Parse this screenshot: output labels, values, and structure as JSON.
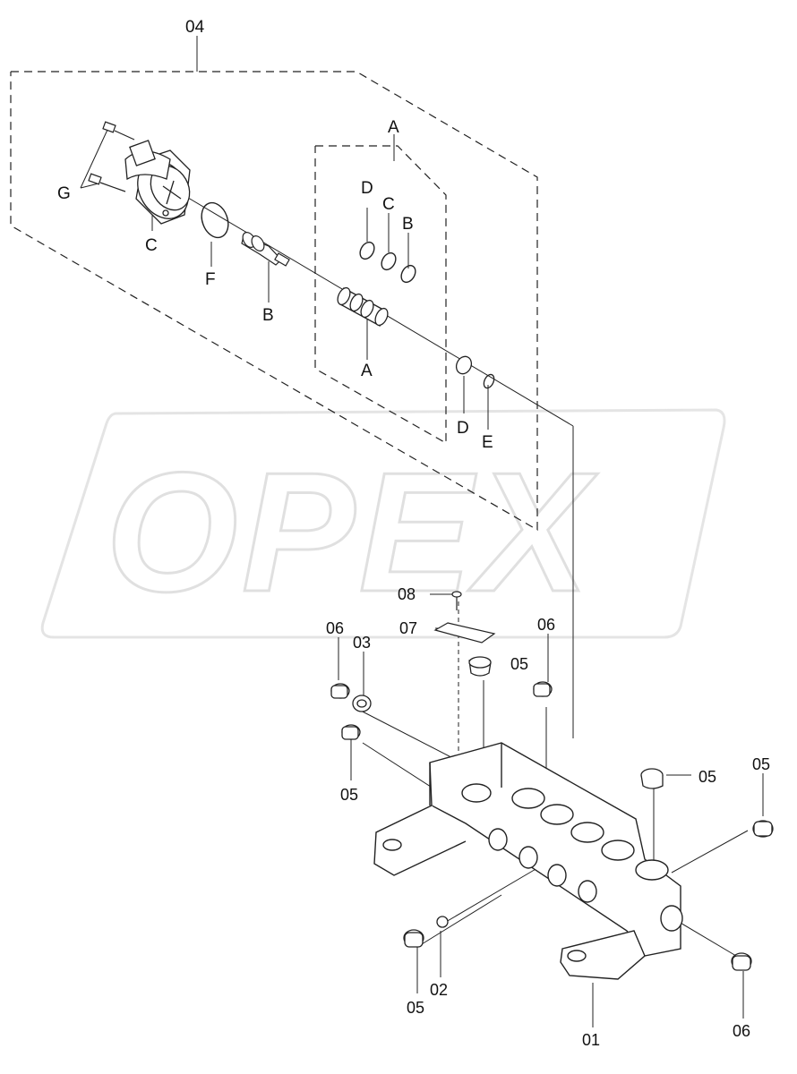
{
  "watermark": {
    "text": "OPEX"
  },
  "callouts": {
    "assembly_04": "04",
    "group_A_top": "A",
    "group_A_bottom": "A",
    "C_solenoid": "C",
    "G_screws": "G",
    "F_oring": "F",
    "B_stem": "B",
    "D_ring_top": "D",
    "C_ring_top": "C",
    "B_ring_top": "B",
    "D_plug": "D",
    "E_ring": "E",
    "p08": "08",
    "p07": "07",
    "p06_left": "06",
    "p03": "03",
    "p05_cap": "05",
    "p06_mid": "06",
    "p05_left": "05",
    "p05_mid": "05",
    "p05_right": "05",
    "p05_bottom": "05",
    "p02": "02",
    "p01": "01",
    "p06_bottom": "06"
  },
  "icons": [
    "solenoid-valve-icon",
    "o-ring-icon",
    "spool-icon",
    "plug-cap-icon",
    "valve-body-icon",
    "screw-icon",
    "name-plate-icon"
  ]
}
